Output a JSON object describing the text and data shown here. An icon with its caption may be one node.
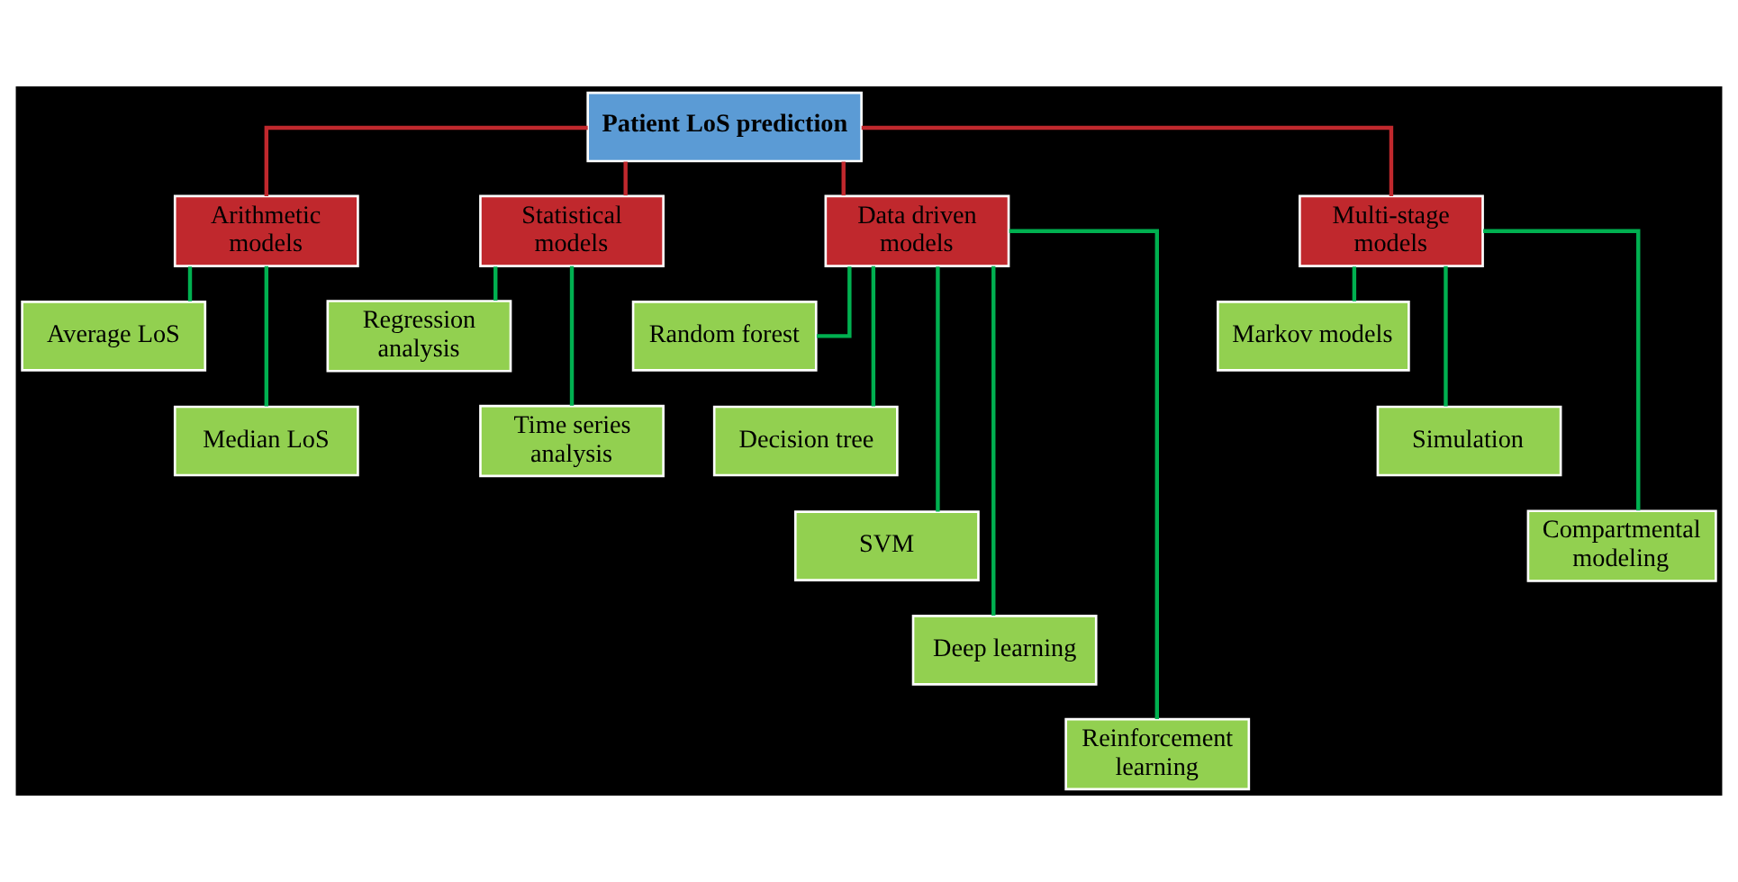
{
  "diagram": {
    "nodes": [
      {
        "text": [
          "Patient LoS prediction"
        ]
      },
      {
        "text": [
          "Arithmetic models"
        ]
      },
      {
        "text": [
          "Statistical models"
        ]
      },
      {
        "text": [
          "Data driven models"
        ]
      },
      {
        "text": [
          "Multi-stage models"
        ]
      },
      {
        "text": [
          "Average LoS"
        ]
      },
      {
        "text": [
          "Median LoS"
        ]
      },
      {
        "text": [
          "Regression analysis"
        ]
      },
      {
        "text": [
          "Time series analysis"
        ]
      },
      {
        "text": [
          "Random forest"
        ]
      },
      {
        "text": [
          "Decision tree"
        ]
      },
      {
        "text": [
          "SVM"
        ]
      },
      {
        "text": [
          "Deep learning"
        ]
      },
      {
        "text": [
          "Reinforcement learning"
        ]
      },
      {
        "text": [
          "Markov models"
        ]
      },
      {
        "text": [
          "Simulation"
        ]
      },
      {
        "text": [
          "Compartmental modeling"
        ]
      }
    ],
    "edges": [
      {
        "from": 0,
        "to": 1,
        "arrow": "none",
        "color": "#c0282d"
      },
      {
        "from": 0,
        "to": 2,
        "arrow": "none",
        "color": "#c0282d"
      },
      {
        "from": 0,
        "to": 3,
        "arrow": "none",
        "color": "#c0282d"
      },
      {
        "from": 0,
        "to": 4,
        "arrow": "none",
        "color": "#c0282d"
      },
      {
        "from": 1,
        "to": 5,
        "arrow": "none"
      },
      {
        "from": 1,
        "to": 6,
        "arrow": "none"
      },
      {
        "from": 2,
        "to": 7,
        "arrow": "none"
      },
      {
        "from": 2,
        "to": 8,
        "arrow": "none"
      },
      {
        "from": 3,
        "to": 9,
        "arrow": "none"
      },
      {
        "from": 3,
        "to": 10,
        "arrow": "none"
      },
      {
        "from": 3,
        "to": 11,
        "arrow": "none"
      },
      {
        "from": 3,
        "to": 12,
        "arrow": "none"
      },
      {
        "from": 3,
        "to": 13,
        "arrow": "none"
      },
      {
        "from": 4,
        "to": 14,
        "arrow": "none"
      },
      {
        "from": 4,
        "to": 15,
        "arrow": "none"
      },
      {
        "from": 4,
        "to": 16,
        "arrow": "none"
      }
    ]
  }
}
